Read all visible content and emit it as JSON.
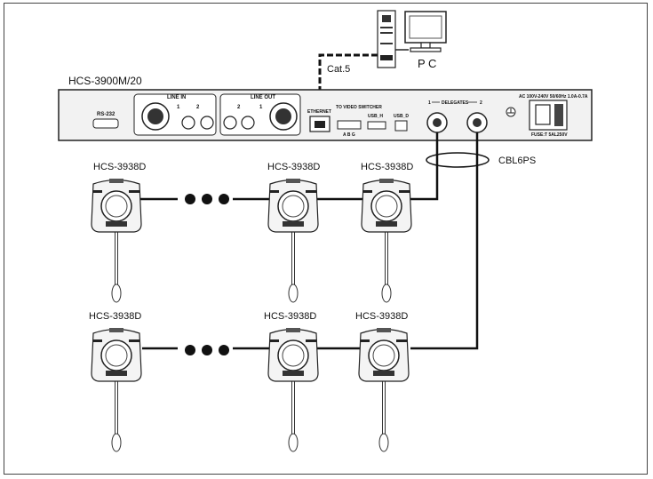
{
  "diagram": {
    "pc_label": "P C",
    "cable_cat5": "Cat.5",
    "cable_cbl6ps": "CBL6PS",
    "main_unit": {
      "model": "HCS-3900M/20",
      "rs232": "RS-232",
      "line_in": "LINE IN",
      "line_out": "LINE OUT",
      "ethernet": "ETHERNET",
      "video_switcher": "TO VIDEO SWITCHER",
      "switcher_pins": "A B G",
      "usb_h": "USB_H",
      "usb_d": "USB_D",
      "delegates": "DELEGATES",
      "port_1": "1",
      "port_2": "2",
      "power_rating": "AC 100V-240V 50/60Hz 1.0A-0.7A",
      "fuse": "FUSE:T 5AL250V"
    },
    "row1_units": [
      "HCS-3938D",
      "HCS-3938D",
      "HCS-3938D"
    ],
    "row2_units": [
      "HCS-3938D",
      "HCS-3938D",
      "HCS-3938D"
    ]
  }
}
